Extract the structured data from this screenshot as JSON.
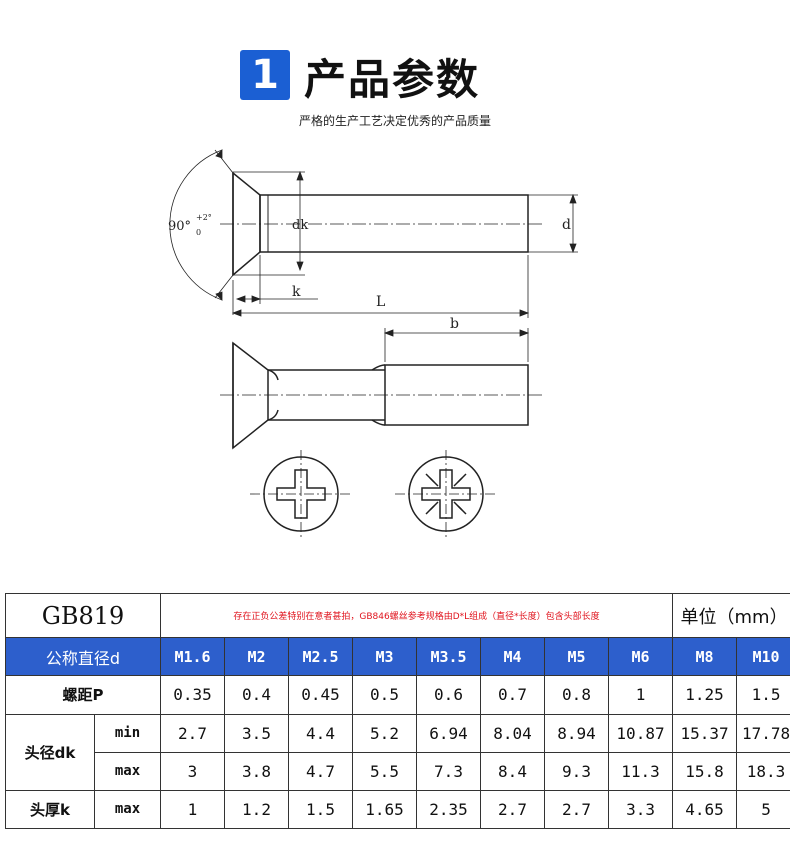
{
  "header": {
    "number": "1",
    "title": "产品参数",
    "subtitle": "严格的生产工艺决定优秀的产品质量"
  },
  "drawing": {
    "angle_main": "90°",
    "angle_tol_upper": "+2°",
    "angle_tol_lower": "0",
    "dk_label": "dk",
    "d_label": "d",
    "k_label": "k",
    "L_label": "L",
    "b_label": "b"
  },
  "table": {
    "standard": "GB819",
    "note": "存在正负公差特别在意者甚拍，GB846螺丝参考规格由D*L组成（直径*长度）包含头部长度",
    "unit": "单位（mm）",
    "header_label": "公称直径d",
    "sizes": [
      "M1.6",
      "M2",
      "M2.5",
      "M3",
      "M3.5",
      "M4",
      "M5",
      "M6",
      "M8",
      "M10"
    ],
    "pitch": {
      "label": "螺距P",
      "values": [
        "0.35",
        "0.4",
        "0.45",
        "0.5",
        "0.6",
        "0.7",
        "0.8",
        "1",
        "1.25",
        "1.5"
      ]
    },
    "dk": {
      "label": "头径dk",
      "min_label": "min",
      "min_values": [
        "2.7",
        "3.5",
        "4.4",
        "5.2",
        "6.94",
        "8.04",
        "8.94",
        "10.87",
        "15.37",
        "17.78"
      ],
      "max_label": "max",
      "max_values": [
        "3",
        "3.8",
        "4.7",
        "5.5",
        "7.3",
        "8.4",
        "9.3",
        "11.3",
        "15.8",
        "18.3"
      ]
    },
    "k": {
      "label": "头厚k",
      "max_label": "max",
      "max_values": [
        "1",
        "1.2",
        "1.5",
        "1.65",
        "2.35",
        "2.7",
        "2.7",
        "3.3",
        "4.65",
        "5"
      ]
    }
  },
  "colors": {
    "accent_blue": "#2d5fcc",
    "badge_blue": "#1b5fd3",
    "note_red": "#e0141e"
  }
}
